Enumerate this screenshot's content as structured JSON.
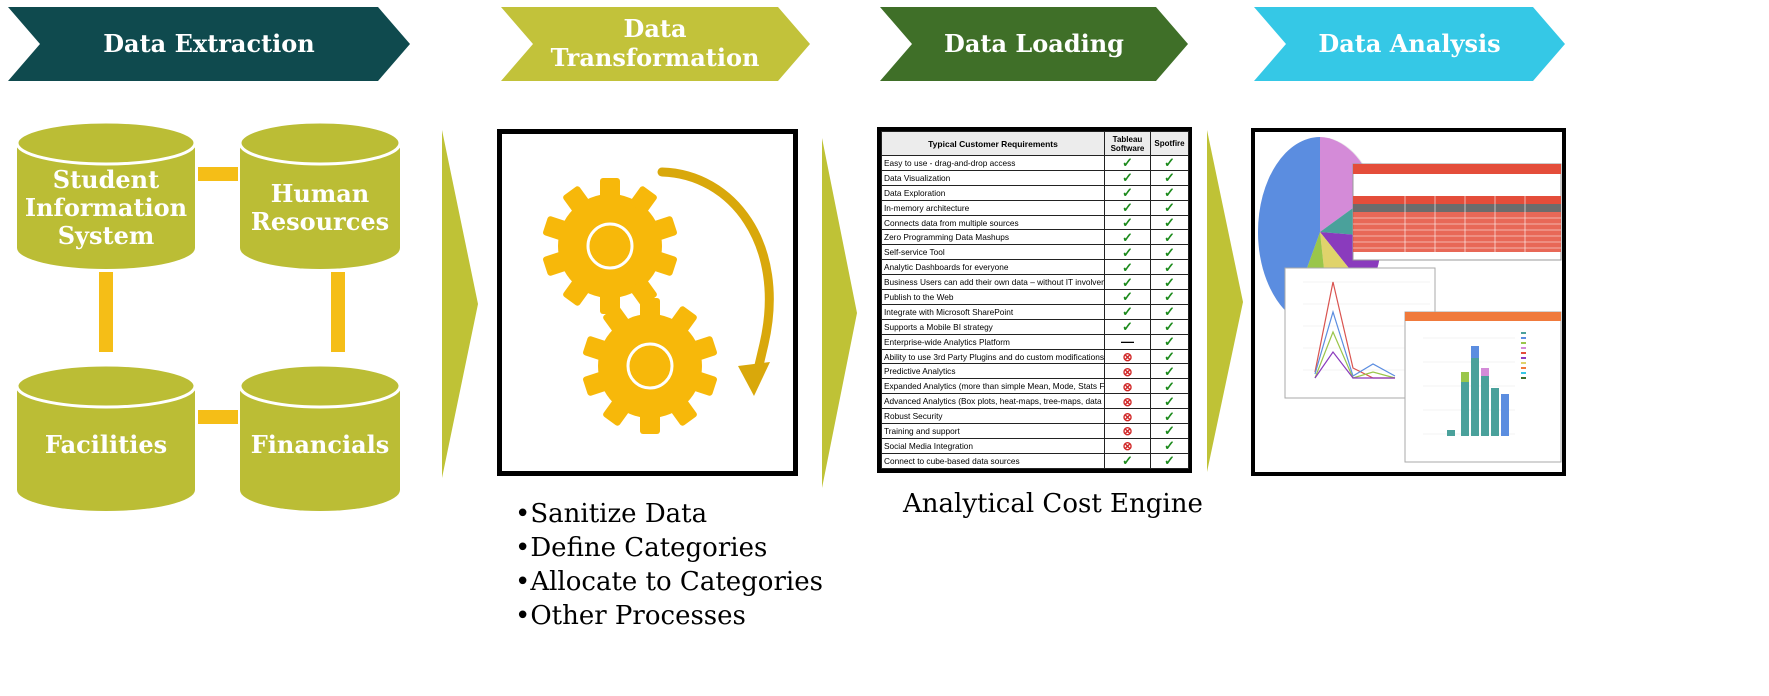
{
  "stages": [
    {
      "label": "Data Extraction",
      "color": "#0f4a4e"
    },
    {
      "label": "Data Transformation",
      "color": "#c2c23a"
    },
    {
      "label": "Data Loading",
      "color": "#3f6f28"
    },
    {
      "label": "Data Analysis",
      "color": "#35c8e6"
    }
  ],
  "databases": {
    "student": "Student Information System",
    "hr": "Human Resources",
    "facilities": "Facilities",
    "financials": "Financials",
    "color": "#bbbd35",
    "connector_color": "#f5be17"
  },
  "transformation": {
    "gear_color": "#f7b80a",
    "bullets": [
      "•Sanitize Data",
      "•Define Categories",
      "•Allocate to Categories",
      "•Other Processes"
    ]
  },
  "loading": {
    "caption": "Analytical Cost Engine",
    "table": {
      "headers": [
        "Typical Customer Requirements",
        "Tableau Software",
        "Spotfire"
      ],
      "rows": [
        {
          "req": "Easy to use - drag-and-drop access",
          "t": "check",
          "s": "check"
        },
        {
          "req": "Data Visualization",
          "t": "check",
          "s": "check"
        },
        {
          "req": "Data Exploration",
          "t": "check",
          "s": "check"
        },
        {
          "req": "In-memory architecture",
          "t": "check",
          "s": "check"
        },
        {
          "req": "Connects data from multiple sources",
          "t": "check",
          "s": "check"
        },
        {
          "req": "Zero Programming Data Mashups",
          "t": "check",
          "s": "check"
        },
        {
          "req": "Self-service Tool",
          "t": "check",
          "s": "check"
        },
        {
          "req": "Analytic Dashboards for everyone",
          "t": "check",
          "s": "check"
        },
        {
          "req": "Business Users can add their own data – without IT involvement",
          "t": "check",
          "s": "check"
        },
        {
          "req": "Publish to the Web",
          "t": "check",
          "s": "check"
        },
        {
          "req": "Integrate with Microsoft SharePoint",
          "t": "check",
          "s": "check"
        },
        {
          "req": "Supports a Mobile BI strategy",
          "t": "check",
          "s": "check"
        },
        {
          "req": "Enterprise-wide Analytics Platform",
          "t": "dash",
          "s": "check"
        },
        {
          "req": "Ability to use 3rd Party Plugins and do custom modifications",
          "t": "no",
          "s": "check"
        },
        {
          "req": "Predictive Analytics",
          "t": "no",
          "s": "check"
        },
        {
          "req": "Expanded Analytics (more than simple Mean, Mode, Stats Functions)",
          "t": "no",
          "s": "check"
        },
        {
          "req": "Advanced Analytics (Box plots, heat-maps, tree-maps, data mining ability, etc.)",
          "t": "no",
          "s": "check"
        },
        {
          "req": "Robust Security",
          "t": "no",
          "s": "check"
        },
        {
          "req": "Training and support",
          "t": "no",
          "s": "check"
        },
        {
          "req": "Social Media Integration",
          "t": "no",
          "s": "check"
        },
        {
          "req": "Connect to cube-based data sources",
          "t": "check",
          "s": "check"
        }
      ]
    }
  },
  "arrow_color": "#bfc236"
}
